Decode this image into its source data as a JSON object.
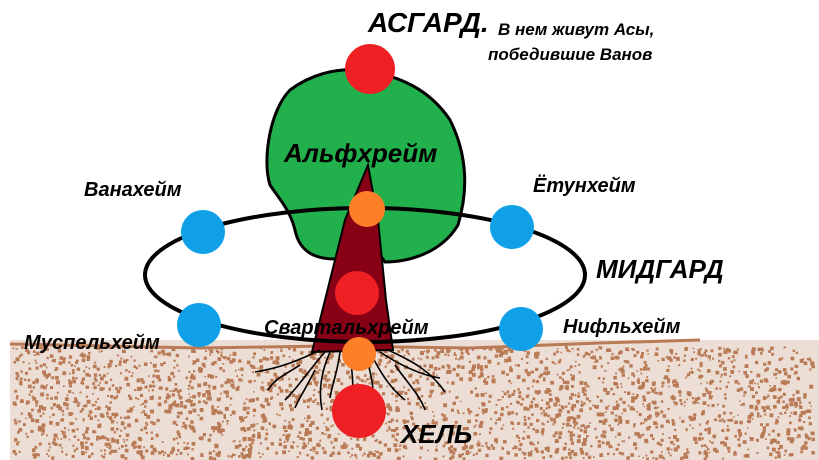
{
  "title": {
    "main": "АСГАРД.",
    "subtitle_line1": "В нем живут Асы,",
    "subtitle_line2": "победившие Ванов"
  },
  "labels": {
    "alfheim": "Альфхрейм",
    "vanaheim": "Ванахейм",
    "jotunheim": "Ётунхейм",
    "midgard": "МИДГАРД",
    "muspelheim": "Муспельхейм",
    "svartalfheim": "Свартальхрейм",
    "niflheim": "Нифльхейм",
    "hel": "ХЕЛЬ"
  },
  "colors": {
    "red": "#ee2024",
    "orange": "#fe7f27",
    "blue": "#0fa0e8",
    "green": "#22b04c",
    "trunk": "#880015",
    "soil": "#b97a56",
    "outline": "#000000"
  }
}
